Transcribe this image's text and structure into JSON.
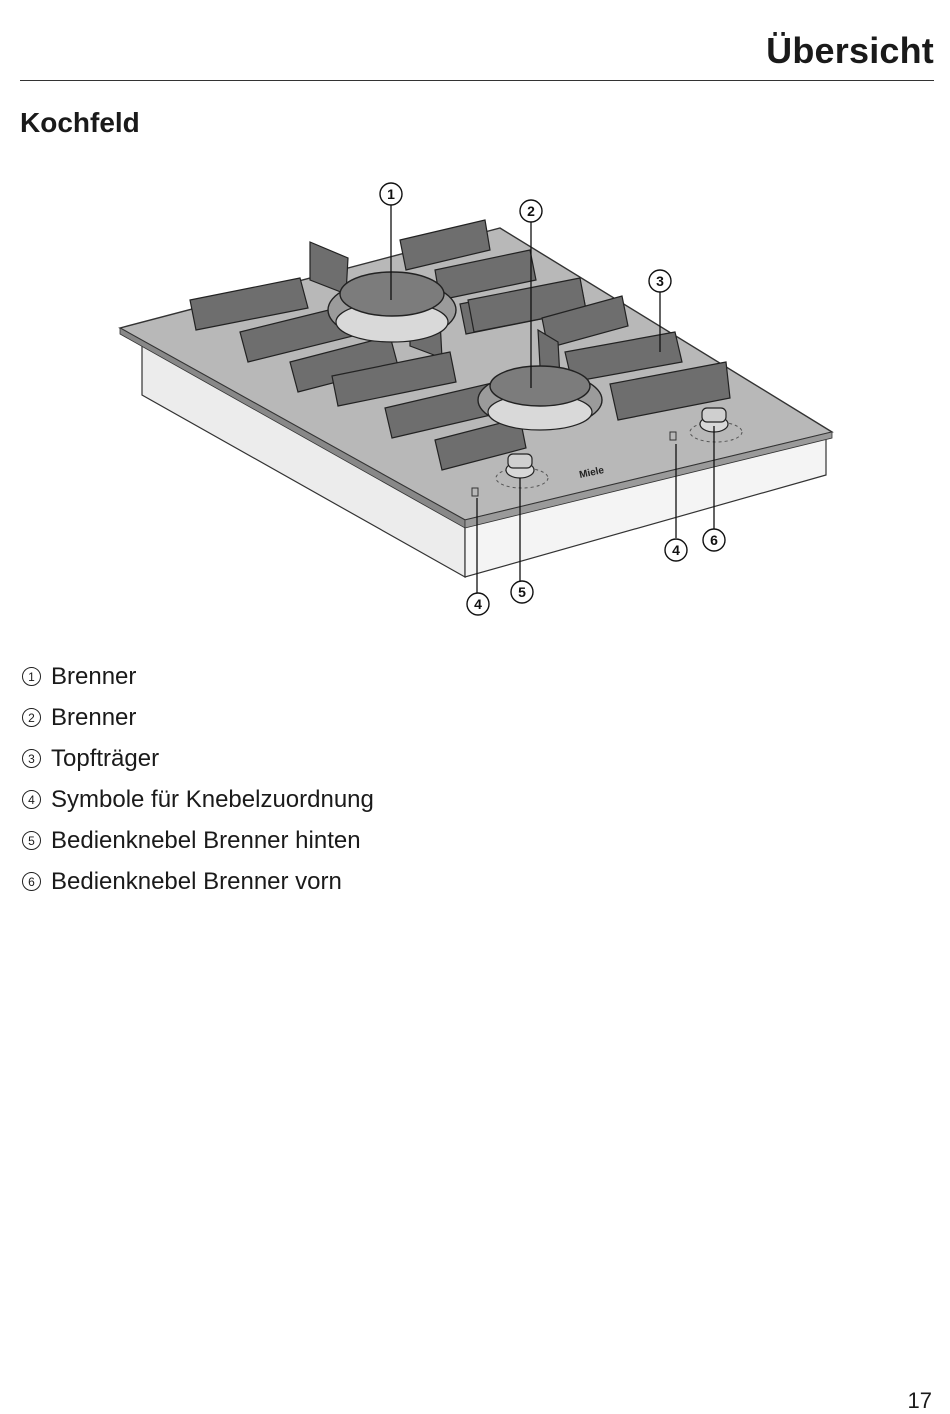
{
  "header": {
    "title": "Übersicht"
  },
  "section": {
    "heading": "Kochfeld"
  },
  "figure": {
    "callouts": [
      "1",
      "2",
      "3",
      "4",
      "6",
      "4",
      "5"
    ],
    "brand_mark": "Miele"
  },
  "legend": [
    {
      "number": "1",
      "label": "Brenner"
    },
    {
      "number": "2",
      "label": "Brenner"
    },
    {
      "number": "3",
      "label": "Topfträger"
    },
    {
      "number": "4",
      "label": "Symbole für Knebelzuordnung"
    },
    {
      "number": "5",
      "label": "Bedienknebel Brenner hinten"
    },
    {
      "number": "6",
      "label": "Bedienknebel Brenner vorn"
    }
  ],
  "footer": {
    "page_number": "17"
  }
}
